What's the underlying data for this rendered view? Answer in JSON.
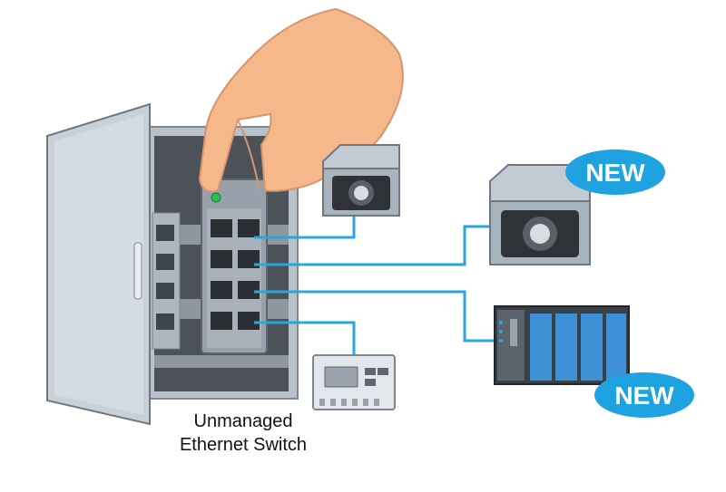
{
  "caption": {
    "line1": "Unmanaged",
    "line2": "Ethernet Switch"
  },
  "badges": {
    "top": "NEW",
    "bottom": "NEW"
  },
  "colors": {
    "cable": "#2aa6dd",
    "badge": "#1ea3e0",
    "panel": "#c6ced6",
    "switch_body": "#9aa3ad",
    "device_body": "#bcc6cf",
    "plc_module": "#3d8fd6"
  },
  "icons": [
    "hand-icon",
    "cabinet-door",
    "ethernet-switch",
    "security-camera",
    "plc-rack",
    "power-meter"
  ]
}
